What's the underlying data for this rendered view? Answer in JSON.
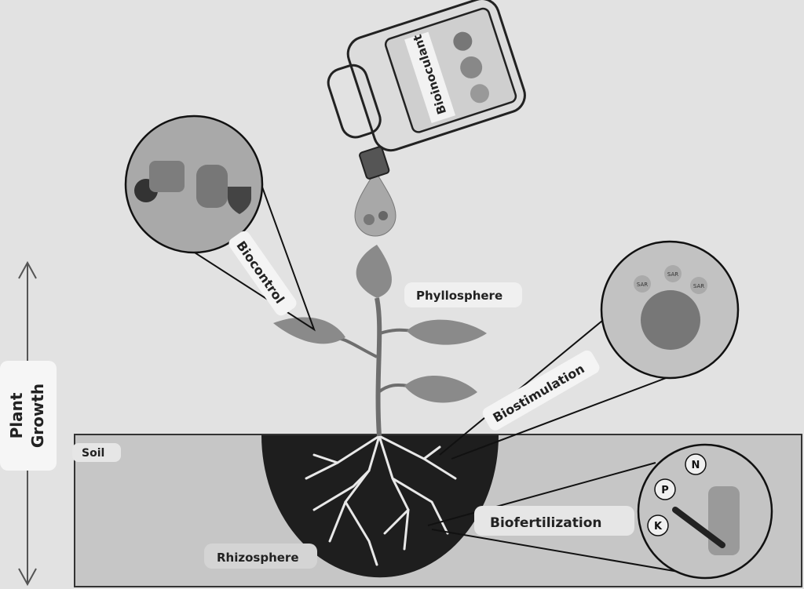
{
  "labels": {
    "bioinoculant": "Bioinoculant",
    "biocontrol": "Biocontrol",
    "phyllosphere": "Phyllosphere",
    "biostimulation": "Biostimulation",
    "soil": "Soil",
    "rhizosphere": "Rhizosphere",
    "biofertilization": "Biofertilization",
    "plant": "Plant",
    "growth": "Growth"
  },
  "nutrients": [
    "N",
    "P",
    "K"
  ],
  "microbe_badges": [
    "SAR",
    "SAR",
    "SAR"
  ],
  "colors": {
    "background": "#e2e2e2",
    "soil": "#c6c6c6",
    "rhizosphere": "#1e1e1e",
    "plant": "#8a8a8a"
  }
}
